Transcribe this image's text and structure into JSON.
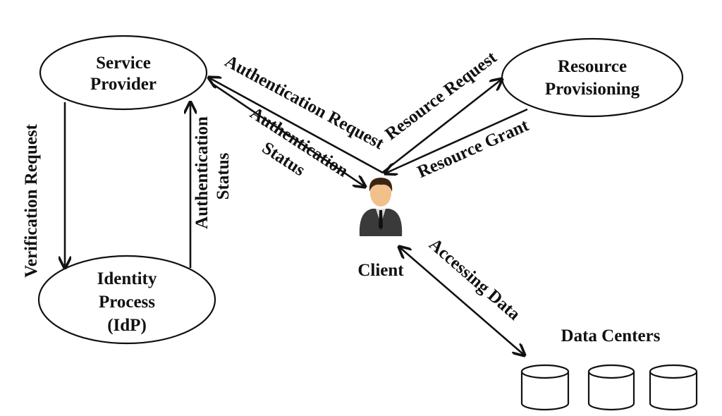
{
  "nodes": {
    "service_provider": [
      "Service",
      "Provider"
    ],
    "resource_provisioning": [
      "Resource",
      "Provisioning"
    ],
    "identity_process": [
      "Identity",
      "Process",
      "(IdP)"
    ],
    "client": "Client",
    "data_centers": "Data Centers"
  },
  "edges": {
    "verification_request": "Verification Request",
    "authentication_status_left": [
      "Authentication",
      "Status"
    ],
    "authentication_request": "Authentication Request",
    "authentication_status": [
      "Authentication",
      "Status"
    ],
    "resource_request": "Resource Request",
    "resource_grant": "Resource Grant",
    "accessing_data": "Accessing Data"
  },
  "colors": {
    "ink": "#111111",
    "skin": "#f2c08a",
    "suit": "#3a3a3a",
    "hair": "#3b2414"
  }
}
